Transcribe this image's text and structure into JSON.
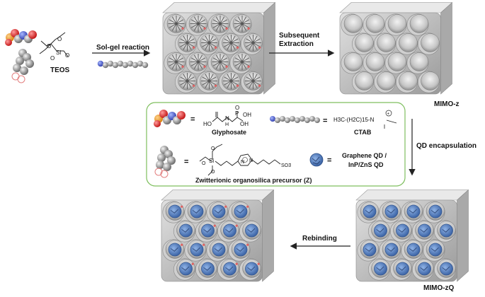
{
  "teos_label": "TEOS",
  "steps": {
    "sol_gel": "Sol-gel reaction",
    "extraction_line1": "Subsequent",
    "extraction_line2": "Extraction",
    "qd_encapsulation": "QD encapsulation",
    "rebinding": "Rebinding"
  },
  "products": {
    "mimo_z": "MIMO-z",
    "mimo_zq": "MIMO-zQ"
  },
  "legend": {
    "glyphosate_name": "Glyphosate",
    "glyphosate_formula_left": "HO",
    "glyphosate_formula_right": "OH",
    "glyphosate_formula_n": "N",
    "glyphosate_formula_h": "H",
    "glyphosate_formula_p": "P",
    "glyphosate_formula_o": "O",
    "glyphosate_formula_oh2": "OH",
    "ctab_name": "CTAB",
    "ctab_formula": "H3C-(H2C)15-N",
    "zwitterionic_name": "Zwitterionic organosilica precursor (Z)",
    "so3": "SO3",
    "qd_line1": "Graphene QD /",
    "qd_line2": "InP/ZnS QD",
    "equals": "="
  },
  "colors": {
    "legend_border": "#7fbf5f",
    "qd_blue": "#5b86c4",
    "silica_gray": "#bdbdbd"
  }
}
